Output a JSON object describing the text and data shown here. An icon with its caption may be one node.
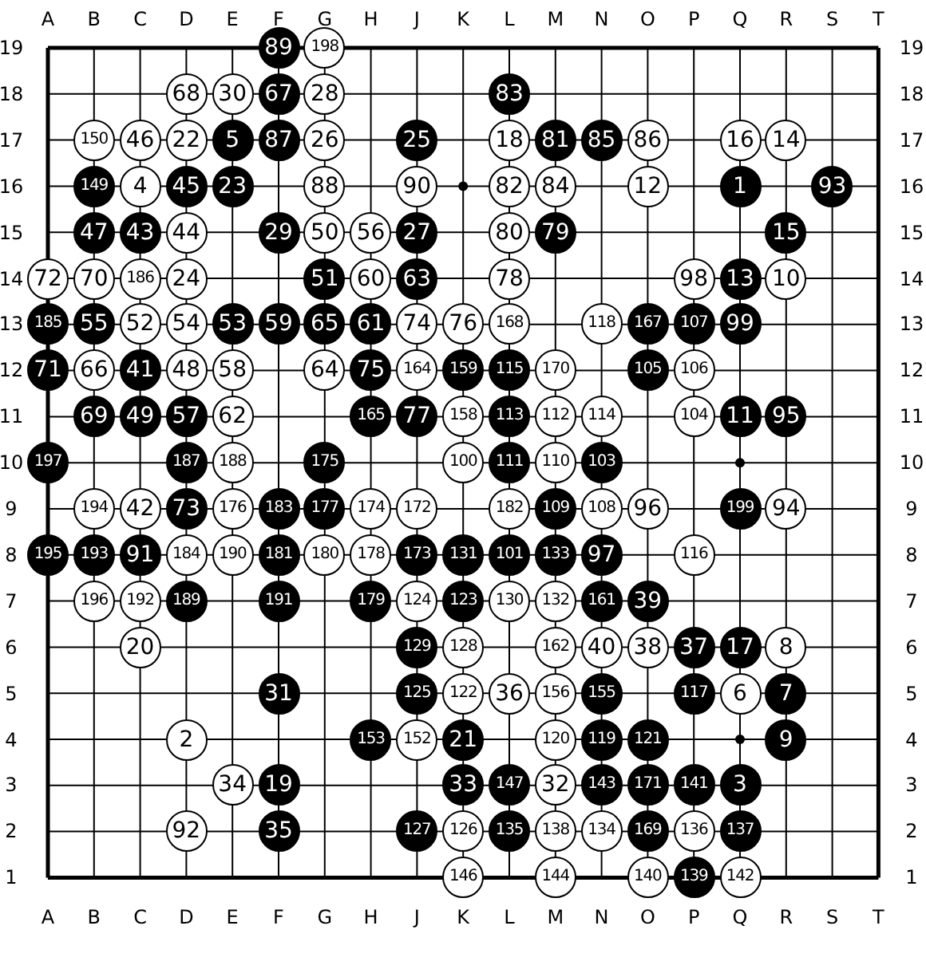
{
  "diagram": {
    "nodes": [
      {
        "text": [
          "89"
        ]
      },
      {
        "text": [
          "198"
        ]
      },
      {
        "text": [
          "68"
        ]
      },
      {
        "text": [
          "30"
        ]
      },
      {
        "text": [
          "67"
        ]
      },
      {
        "text": [
          "28"
        ]
      },
      {
        "text": [
          "83"
        ]
      },
      {
        "text": [
          "150"
        ]
      },
      {
        "text": [
          "46"
        ]
      },
      {
        "text": [
          "22"
        ]
      },
      {
        "text": [
          "5"
        ]
      },
      {
        "text": [
          "87"
        ]
      },
      {
        "text": [
          "26"
        ]
      },
      {
        "text": [
          "25"
        ]
      },
      {
        "text": [
          "18"
        ]
      },
      {
        "text": [
          "81"
        ]
      },
      {
        "text": [
          "85"
        ]
      },
      {
        "text": [
          "86"
        ]
      },
      {
        "text": [
          "16"
        ]
      },
      {
        "text": [
          "14"
        ]
      },
      {
        "text": [
          "149"
        ]
      },
      {
        "text": [
          "4"
        ]
      },
      {
        "text": [
          "45"
        ]
      },
      {
        "text": [
          "23"
        ]
      },
      {
        "text": [
          "88"
        ]
      },
      {
        "text": [
          "90"
        ]
      },
      {
        "text": [
          "82"
        ]
      },
      {
        "text": [
          "84"
        ]
      },
      {
        "text": [
          "12"
        ]
      },
      {
        "text": [
          "1"
        ]
      },
      {
        "text": [
          "93"
        ]
      },
      {
        "text": [
          "47"
        ]
      },
      {
        "text": [
          "43"
        ]
      },
      {
        "text": [
          "44"
        ]
      },
      {
        "text": [
          "29"
        ]
      },
      {
        "text": [
          "50"
        ]
      },
      {
        "text": [
          "56"
        ]
      },
      {
        "text": [
          "27"
        ]
      },
      {
        "text": [
          "80"
        ]
      },
      {
        "text": [
          "79"
        ]
      },
      {
        "text": [
          "15"
        ]
      },
      {
        "text": [
          "72"
        ]
      },
      {
        "text": [
          "70"
        ]
      },
      {
        "text": [
          "186"
        ]
      },
      {
        "text": [
          "24"
        ]
      },
      {
        "text": [
          "51"
        ]
      },
      {
        "text": [
          "60"
        ]
      },
      {
        "text": [
          "63"
        ]
      },
      {
        "text": [
          "78"
        ]
      },
      {
        "text": [
          "98"
        ]
      },
      {
        "text": [
          "13"
        ]
      },
      {
        "text": [
          "10"
        ]
      },
      {
        "text": [
          "185"
        ]
      },
      {
        "text": [
          "55"
        ]
      },
      {
        "text": [
          "52"
        ]
      },
      {
        "text": [
          "54"
        ]
      },
      {
        "text": [
          "53"
        ]
      },
      {
        "text": [
          "59"
        ]
      },
      {
        "text": [
          "65"
        ]
      },
      {
        "text": [
          "61"
        ]
      },
      {
        "text": [
          "74"
        ]
      },
      {
        "text": [
          "76"
        ]
      },
      {
        "text": [
          "168"
        ]
      },
      {
        "text": [
          "118"
        ]
      },
      {
        "text": [
          "167"
        ]
      },
      {
        "text": [
          "107"
        ]
      },
      {
        "text": [
          "99"
        ]
      },
      {
        "text": [
          "71"
        ]
      },
      {
        "text": [
          "66"
        ]
      },
      {
        "text": [
          "41"
        ]
      },
      {
        "text": [
          "48"
        ]
      },
      {
        "text": [
          "58"
        ]
      },
      {
        "text": [
          "64"
        ]
      },
      {
        "text": [
          "75"
        ]
      },
      {
        "text": [
          "164"
        ]
      },
      {
        "text": [
          "159"
        ]
      },
      {
        "text": [
          "115"
        ]
      },
      {
        "text": [
          "170"
        ]
      },
      {
        "text": [
          "105"
        ]
      },
      {
        "text": [
          "106"
        ]
      },
      {
        "text": [
          "69"
        ]
      },
      {
        "text": [
          "49"
        ]
      },
      {
        "text": [
          "57"
        ]
      },
      {
        "text": [
          "62"
        ]
      },
      {
        "text": [
          "165"
        ]
      },
      {
        "text": [
          "77"
        ]
      },
      {
        "text": [
          "158"
        ]
      },
      {
        "text": [
          "113"
        ]
      },
      {
        "text": [
          "112"
        ]
      },
      {
        "text": [
          "114"
        ]
      },
      {
        "text": [
          "104"
        ]
      },
      {
        "text": [
          "11"
        ]
      },
      {
        "text": [
          "95"
        ]
      },
      {
        "text": [
          "197"
        ]
      },
      {
        "text": [
          "187"
        ]
      },
      {
        "text": [
          "188"
        ]
      },
      {
        "text": [
          "175"
        ]
      },
      {
        "text": [
          "100"
        ]
      },
      {
        "text": [
          "111"
        ]
      },
      {
        "text": [
          "110"
        ]
      },
      {
        "text": [
          "103"
        ]
      },
      {
        "text": [
          "194"
        ]
      },
      {
        "text": [
          "42"
        ]
      },
      {
        "text": [
          "73"
        ]
      },
      {
        "text": [
          "176"
        ]
      },
      {
        "text": [
          "183"
        ]
      },
      {
        "text": [
          "177"
        ]
      },
      {
        "text": [
          "174"
        ]
      },
      {
        "text": [
          "172"
        ]
      },
      {
        "text": [
          "182"
        ]
      },
      {
        "text": [
          "109"
        ]
      },
      {
        "text": [
          "108"
        ]
      },
      {
        "text": [
          "96"
        ]
      },
      {
        "text": [
          "199"
        ]
      },
      {
        "text": [
          "94"
        ]
      },
      {
        "text": [
          "195"
        ]
      },
      {
        "text": [
          "193"
        ]
      },
      {
        "text": [
          "91"
        ]
      },
      {
        "text": [
          "184"
        ]
      },
      {
        "text": [
          "190"
        ]
      },
      {
        "text": [
          "181"
        ]
      },
      {
        "text": [
          "180"
        ]
      },
      {
        "text": [
          "178"
        ]
      },
      {
        "text": [
          "173"
        ]
      },
      {
        "text": [
          "131"
        ]
      },
      {
        "text": [
          "101"
        ]
      },
      {
        "text": [
          "133"
        ]
      },
      {
        "text": [
          "97"
        ]
      },
      {
        "text": [
          "116"
        ]
      },
      {
        "text": [
          "196"
        ]
      },
      {
        "text": [
          "192"
        ]
      },
      {
        "text": [
          "189"
        ]
      },
      {
        "text": [
          "191"
        ]
      },
      {
        "text": [
          "179"
        ]
      },
      {
        "text": [
          "124"
        ]
      },
      {
        "text": [
          "123"
        ]
      },
      {
        "text": [
          "130"
        ]
      },
      {
        "text": [
          "132"
        ]
      },
      {
        "text": [
          "161"
        ]
      },
      {
        "text": [
          "39"
        ]
      },
      {
        "text": [
          "20"
        ]
      },
      {
        "text": [
          "129"
        ]
      },
      {
        "text": [
          "128"
        ]
      },
      {
        "text": [
          "162"
        ]
      },
      {
        "text": [
          "40"
        ]
      },
      {
        "text": [
          "38"
        ]
      },
      {
        "text": [
          "37"
        ]
      },
      {
        "text": [
          "17"
        ]
      },
      {
        "text": [
          "8"
        ]
      },
      {
        "text": [
          "31"
        ]
      },
      {
        "text": [
          "125"
        ]
      },
      {
        "text": [
          "122"
        ]
      },
      {
        "text": [
          "36"
        ]
      },
      {
        "text": [
          "156"
        ]
      },
      {
        "text": [
          "155"
        ]
      },
      {
        "text": [
          "117"
        ]
      },
      {
        "text": [
          "6"
        ]
      },
      {
        "text": [
          "7"
        ]
      },
      {
        "text": [
          "2"
        ]
      },
      {
        "text": [
          "153"
        ]
      },
      {
        "text": [
          "152"
        ]
      },
      {
        "text": [
          "21"
        ]
      },
      {
        "text": [
          "120"
        ]
      },
      {
        "text": [
          "119"
        ]
      },
      {
        "text": [
          "121"
        ]
      },
      {
        "text": [
          "9"
        ]
      },
      {
        "text": [
          "34"
        ]
      },
      {
        "text": [
          "19"
        ]
      },
      {
        "text": [
          "33"
        ]
      },
      {
        "text": [
          "147"
        ]
      },
      {
        "text": [
          "32"
        ]
      },
      {
        "text": [
          "143"
        ]
      },
      {
        "text": [
          "171"
        ]
      },
      {
        "text": [
          "141"
        ]
      },
      {
        "text": [
          "3"
        ]
      },
      {
        "text": [
          "92"
        ]
      },
      {
        "text": [
          "35"
        ]
      },
      {
        "text": [
          "127"
        ]
      },
      {
        "text": [
          "126"
        ]
      },
      {
        "text": [
          "135"
        ]
      },
      {
        "text": [
          "138"
        ]
      },
      {
        "text": [
          "134"
        ]
      },
      {
        "text": [
          "169"
        ]
      },
      {
        "text": [
          "136"
        ]
      },
      {
        "text": [
          "137"
        ]
      },
      {
        "text": [
          "146"
        ]
      },
      {
        "text": [
          "144"
        ]
      },
      {
        "text": [
          "140"
        ]
      },
      {
        "text": [
          "139"
        ]
      },
      {
        "text": [
          "142"
        ]
      }
    ],
    "labels": [
      "A",
      "B",
      "C",
      "D",
      "E",
      "F",
      "G",
      "H",
      "J",
      "K",
      "L",
      "M",
      "N",
      "O",
      "P",
      "Q",
      "R",
      "S",
      "T",
      "19",
      "19",
      "18",
      "18",
      "17",
      "17",
      "16",
      "16",
      "15",
      "15",
      "14",
      "14",
      "13",
      "13",
      "12",
      "12",
      "11",
      "11",
      "10",
      "10",
      "9",
      "9",
      "8",
      "8",
      "7",
      "7",
      "6",
      "6",
      "5",
      "5",
      "4",
      "4",
      "3",
      "3",
      "2",
      "2",
      "1",
      "1",
      "A",
      "B",
      "C",
      "D",
      "E",
      "F",
      "G",
      "H",
      "J",
      "K",
      "L",
      "M",
      "N",
      "O",
      "P",
      "Q",
      "R",
      "S",
      "T"
    ]
  }
}
